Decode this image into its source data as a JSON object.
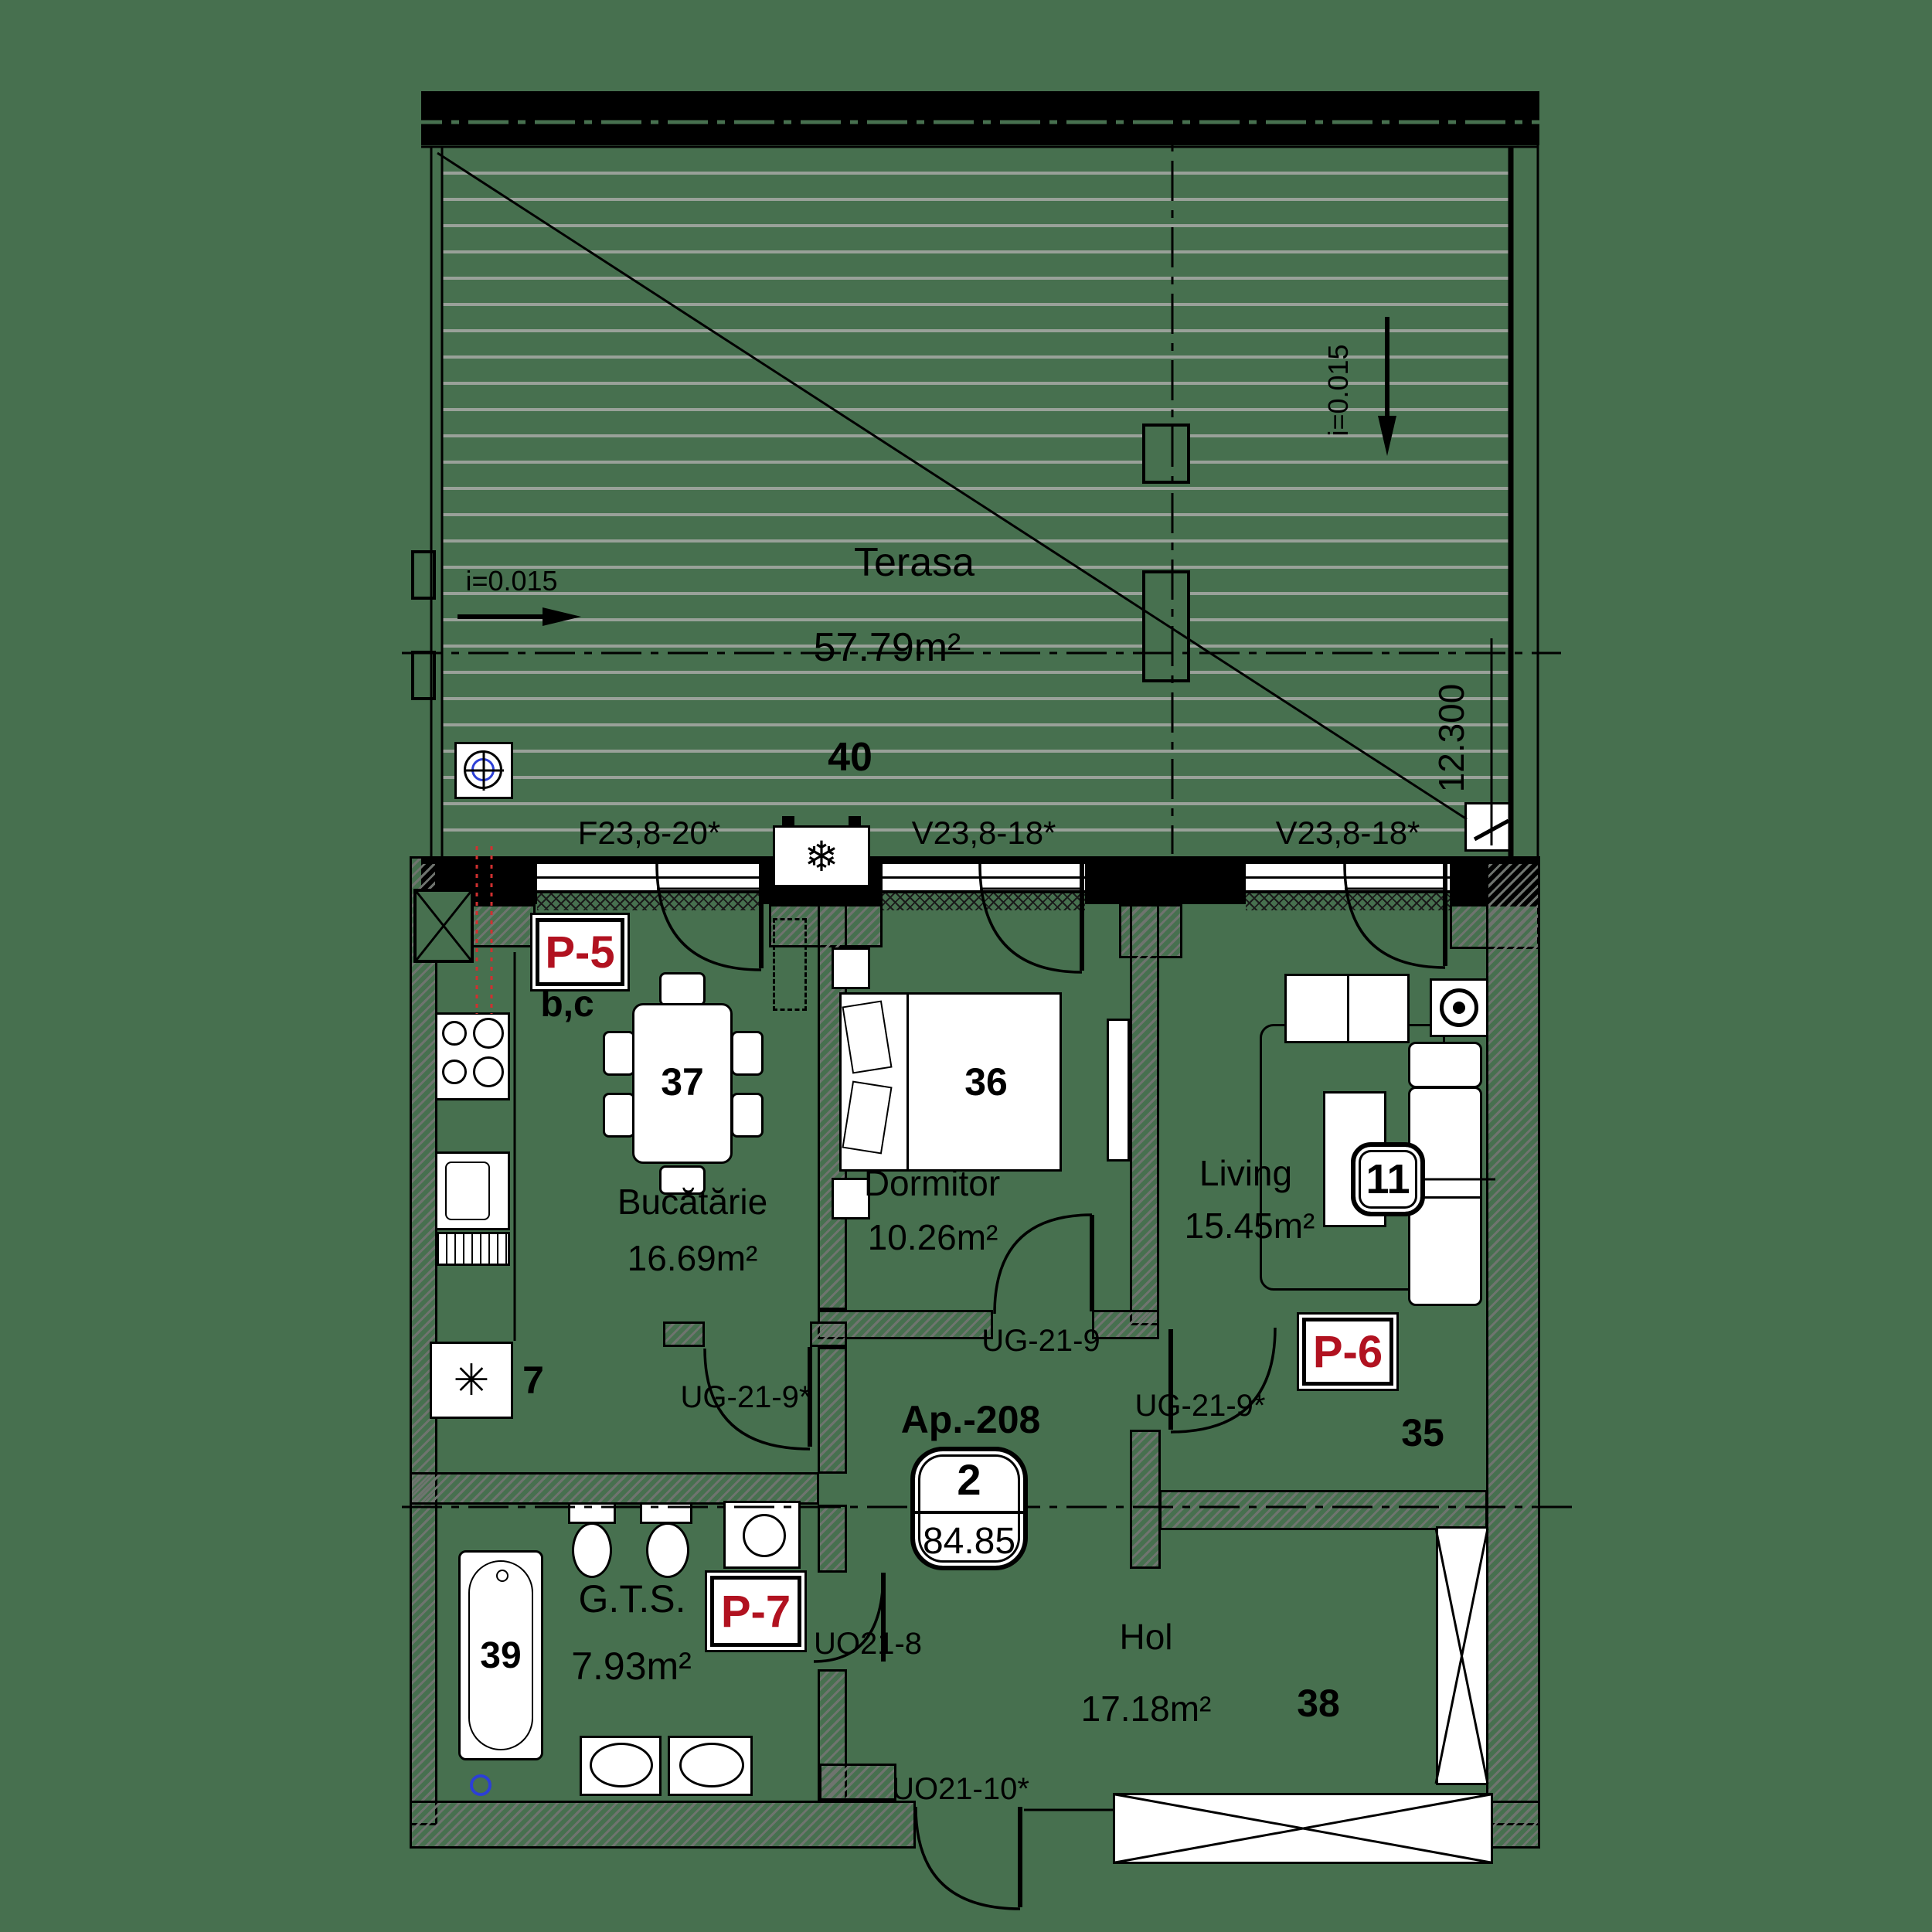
{
  "colors": {
    "background": "#47704F",
    "ink": "#000000",
    "label_red": "#B11220",
    "deck_line": "#99A199",
    "blue": "#2C3FD6"
  },
  "terrace": {
    "name": "Terasa",
    "area": "57.79m²",
    "number": "40",
    "slope_label_left": "i=0.015",
    "slope_label_right": "i=0.015",
    "height_dimension": "12.300"
  },
  "windows": {
    "left_label": "F23,8-20*",
    "middle_label": "V23,8-18*",
    "right_label": "V23,8-18*"
  },
  "apartment": {
    "unit_label": "Ap.-208",
    "rooms_badge_count": "2",
    "rooms_badge_area": "84.85"
  },
  "rooms": {
    "kitchen": {
      "name": "Bucătărie",
      "area": "16.69m²",
      "table_number": "37",
      "panel_label": "P-5",
      "panel_note": "b,c",
      "corner_number": "7",
      "door_label": "UG-21-9*"
    },
    "bedroom": {
      "name": "Dormitor",
      "area": "10.26m²",
      "bed_number": "36",
      "door_label": "UG-21-9"
    },
    "living": {
      "name": "Living",
      "area": "15.45m²",
      "sofa_badge": "11",
      "panel_label": "P-6",
      "corner_number": "35",
      "door_label": "UG-21-9*"
    },
    "bathroom": {
      "name": "G.T.S.",
      "area": "7.93m²",
      "bathtub_number": "39",
      "panel_label": "P-7",
      "door_label": "UO21-8"
    },
    "hall": {
      "name": "Hol",
      "area": "17.18m²",
      "corner_number": "38",
      "entrance_door_label": "UO21-10*"
    }
  },
  "icons": {
    "snowflake": "❄",
    "asterisk": "✳"
  }
}
